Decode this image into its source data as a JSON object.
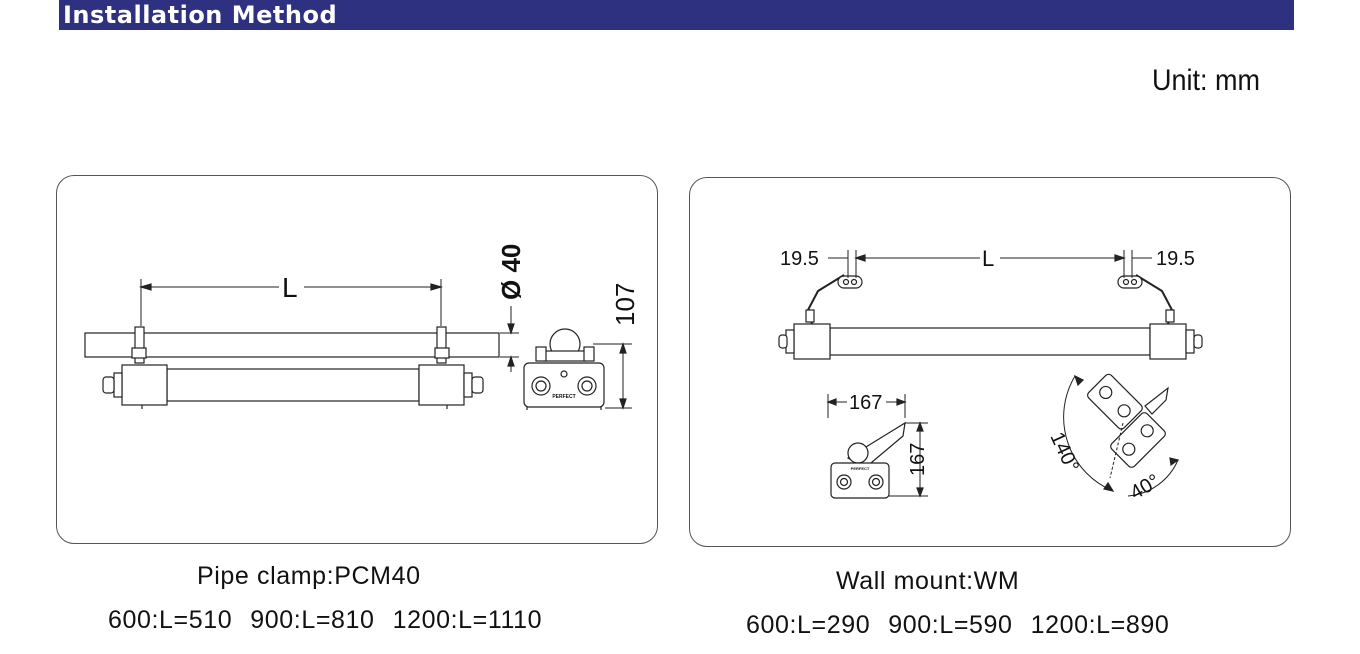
{
  "header": {
    "title": "Installation Method",
    "bar_color": "#2e3180"
  },
  "unit": "Unit: mm",
  "pipe_clamp": {
    "title": "Pipe clamp:PCM40",
    "sizes": [
      "600:L=510",
      "900:L=810",
      "1200:L=1110"
    ],
    "dim_length": "L",
    "dim_diameter": "Ø 40",
    "dim_height": "107",
    "brand_mark": "PERFECT"
  },
  "wall_mount": {
    "title": "Wall mount:WM",
    "sizes": [
      "600:L=290",
      "900:L=590",
      "1200:L=890"
    ],
    "dim_length": "L",
    "dim_left_offset": "19.5",
    "dim_right_offset": "19.5",
    "dim_width": "167",
    "dim_height": "167",
    "dim_angle_rotate": "140°",
    "dim_angle_tilt": "40°",
    "brand_mark": "PERFECT"
  }
}
